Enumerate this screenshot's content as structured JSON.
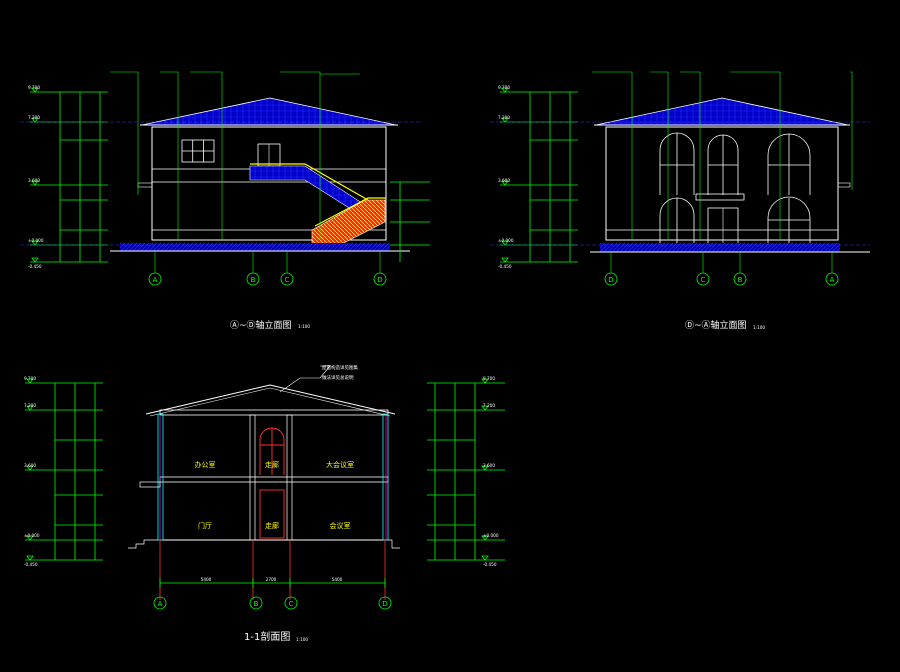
{
  "elevation_left": {
    "title": "Ⓐ~Ⓓ轴立面图",
    "scale": "1:100",
    "axes": [
      "A",
      "B",
      "C",
      "D"
    ]
  },
  "elevation_right": {
    "title": "Ⓓ~Ⓐ轴立面图",
    "scale": "1:100",
    "axes": [
      "D",
      "C",
      "B",
      "A"
    ]
  },
  "section": {
    "title": "1-1剖面图",
    "scale": "1:100",
    "axes": [
      "A",
      "B",
      "C",
      "D"
    ],
    "rooms": [
      "办公室",
      "走廊",
      "大会议室",
      "门厅",
      "走廊",
      "会议室"
    ],
    "bottom_dims": [
      "5400",
      "2700",
      "5400"
    ]
  },
  "colors": {
    "background": "#000000",
    "wall": "#ffffff",
    "roof": "#0000c8",
    "dimension": "#00ff00",
    "stair": "#ff3030",
    "label": "#ffff00",
    "leader": "#00ffff"
  }
}
